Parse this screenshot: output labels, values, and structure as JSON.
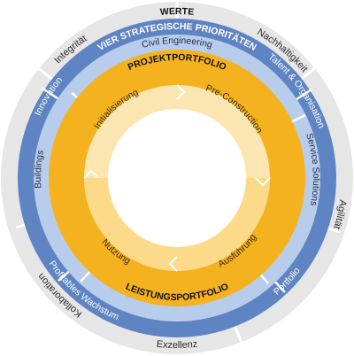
{
  "outer_ring": {
    "title": "WERTE",
    "values": [
      "Integrität",
      "Nachhaltigkeit",
      "Agilität",
      "Exzellenz",
      "Kollaboration"
    ]
  },
  "priorities_ring": {
    "title": "VIER STRATEGISCHE PRIORITÄTEN",
    "items": [
      "Innovation",
      "Talent & Organisation",
      "Portfolio",
      "Profitables Wachstum"
    ]
  },
  "service_ring": {
    "items": [
      "Civil Engineering",
      "Service Solutions",
      "Buildings"
    ]
  },
  "portfolio_ring": {
    "top_label": "PROJEKTPORTFOLIO",
    "bottom_label": "LEISTUNGSPORTFOLIO"
  },
  "lifecycle": {
    "phases": [
      "Initialisierung",
      "Pre-Construction",
      "Ausführung",
      "Nutzung"
    ]
  },
  "colors": {
    "outer_gray": "#e6e6e6",
    "priority_blue": "#5f84c3",
    "service_blue": "#b7cdeb",
    "portfolio_orange": "#f5b21f",
    "phase_light": "#fbe6b2",
    "phase_mid": "#fdd98a"
  }
}
